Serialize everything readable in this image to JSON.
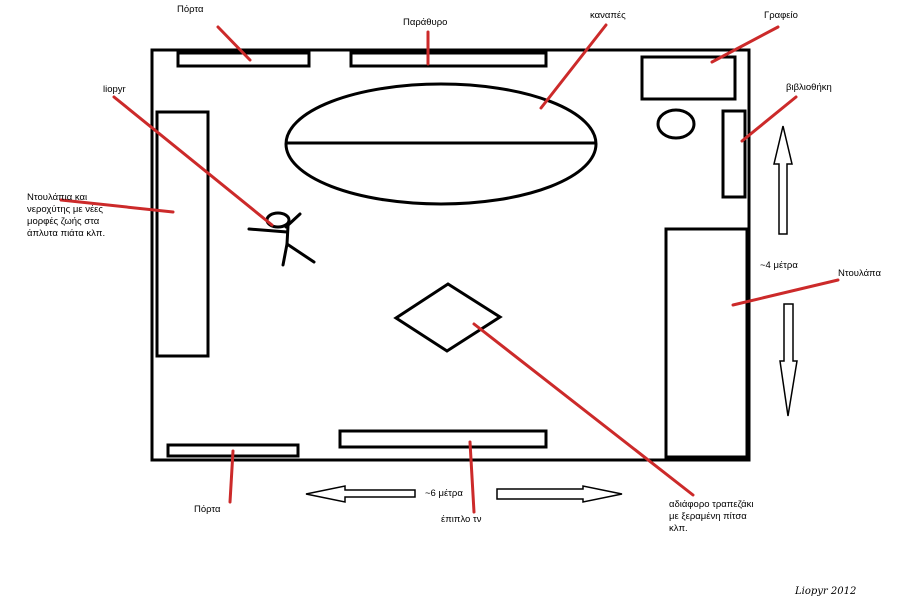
{
  "labels": {
    "door_top": "Πόρτα",
    "window": "Παράθυρο",
    "sofa": "καναπές",
    "desk": "Γραφείο",
    "bookcase": "βιβλιοθήκη",
    "user": "liopyr",
    "cupboards_sink": "Ντουλάπια και νεροχύτης με νέες μορφές ζωής στα άπλυτα πιάτα κλπ.",
    "width_dim": "~4 μέτρα",
    "wardrobe": "Ντουλάπα",
    "door_bottom": "Πόρτα",
    "length_dim": "~6 μέτρα",
    "tv_unit": "έπιπλο τν",
    "coffee_table": "αδιάφορο τραπεζάκι με ξεραμένη πίτσα κλπ."
  },
  "signature": "Liopyr 2012",
  "colors": {
    "outline": "#000000",
    "annotation": "#cc2a2a",
    "background": "#ffffff"
  }
}
